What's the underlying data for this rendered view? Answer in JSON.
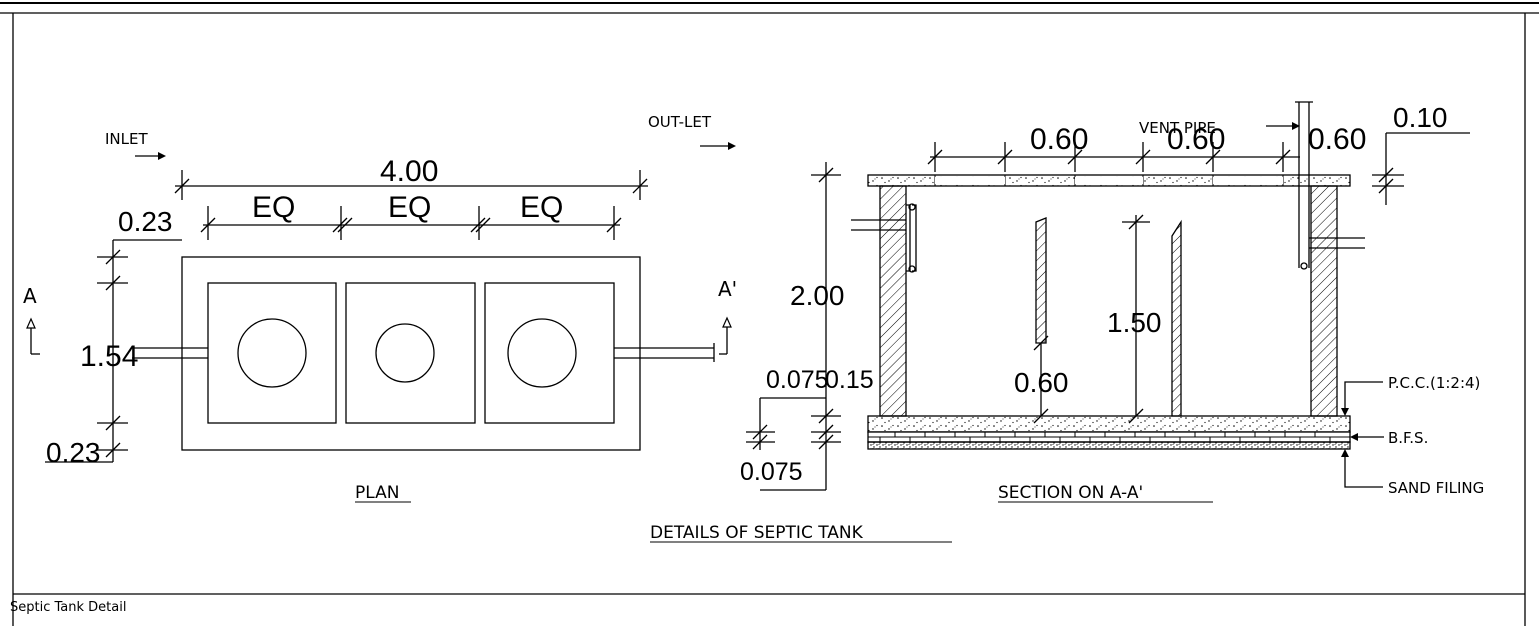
{
  "drawing": {
    "footer_title": "Septic Tank Detail",
    "main_title": "DETAILS OF SEPTIC TANK"
  },
  "plan": {
    "title": "PLAN",
    "inlet_label": "INLET",
    "outlet_label": "OUT-LET",
    "section_mark_left": "A",
    "section_mark_right": "A'",
    "dim_overall_length": "4.00",
    "dim_eq_1": "EQ",
    "dim_eq_2": "EQ",
    "dim_eq_3": "EQ",
    "dim_wall_top": "0.23",
    "dim_width": "1.54",
    "dim_wall_bottom": "0.23"
  },
  "section": {
    "title": "SECTION ON A-A'",
    "vent_label": "VENT PIPE",
    "dim_top_1": "0.60",
    "dim_top_2": "0.60",
    "dim_top_3": "0.60",
    "dim_slab": "0.10",
    "dim_height": "2.00",
    "dim_baffle": "1.50",
    "dim_gap": "0.60",
    "dim_base_1": "0.075",
    "dim_base_2": "0.15",
    "dim_base_3": "0.075",
    "label_pcc": "P.C.C.(1:2:4)",
    "label_bfs": "B.F.S.",
    "label_sand": "SAND FILING"
  }
}
